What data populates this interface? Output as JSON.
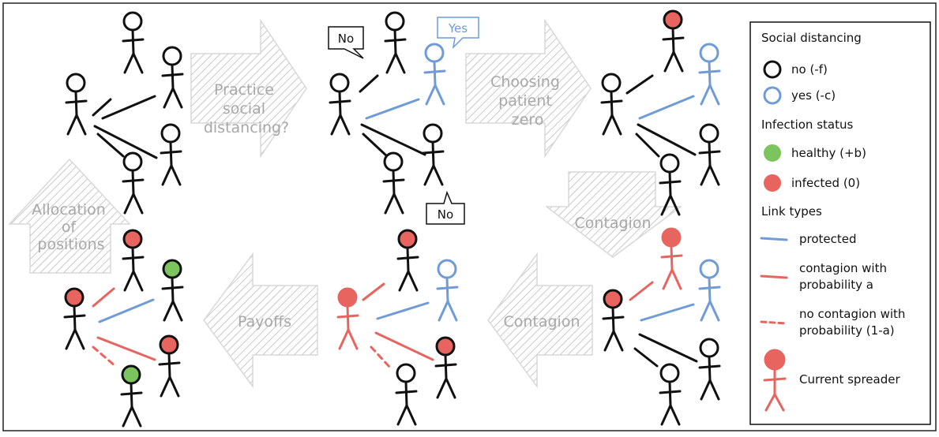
{
  "diagram": {
    "arrows": {
      "practice": [
        "Practice",
        "social",
        "distancing?"
      ],
      "choosing": [
        "Choosing",
        "patient",
        "zero"
      ],
      "contagion_down": [
        "Contagion"
      ],
      "contagion_left": [
        "Contagion"
      ],
      "payoffs": [
        "Payoffs"
      ],
      "allocation": [
        "Allocation",
        "of",
        "positions"
      ]
    },
    "bubbles": {
      "no_top": "No",
      "yes_top": "Yes",
      "no_bottom": "No"
    },
    "legend": {
      "social_distancing_title": "Social distancing",
      "no": "no (-f)",
      "yes": "yes (-c)",
      "infection_title": "Infection status",
      "healthy": "healthy (+b)",
      "infected": "infected (0)",
      "link_title": "Link types",
      "protected": "protected",
      "contagion_with": [
        "contagion with",
        "probability a"
      ],
      "no_contagion": [
        "no contagion with",
        "probability (1-a)"
      ],
      "spreader": "Current spreader"
    },
    "colors": {
      "black": "#111111",
      "blue": "#6f9bd8",
      "red": "#e8645e",
      "green": "#7cc55e",
      "hatch": "#c8c8c8"
    }
  }
}
